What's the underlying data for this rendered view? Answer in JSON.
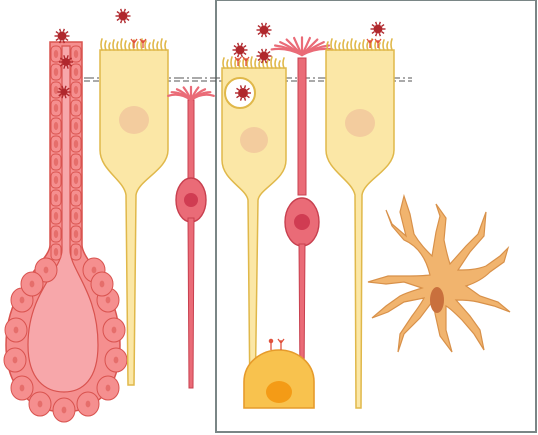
{
  "figure": {
    "elements": [
      "gland-duct",
      "sustentacular-cell",
      "olfactory-receptor-neuron",
      "infected-sustentacular-cell",
      "basal-stem-cell",
      "astrocyte",
      "virus-particle"
    ]
  },
  "colors": {
    "background": "#ffffff",
    "frame": "#7a8686",
    "duct_fill": "#f58f8f",
    "duct_inner": "#f7a7aa",
    "duct_stroke": "#d9534f",
    "cell_fill": "#fbe7a6",
    "cell_stroke": "#e0b84a",
    "cell_nucleus": "#f3cc9e",
    "neuron_fill": "#ea6b77",
    "neuron_stroke": "#c8404f",
    "neuron_nucleus": "#d03c52",
    "basal_fill": "#f8c24e",
    "basal_stroke": "#e69b2b",
    "basal_nucleus": "#f49b16",
    "astrocyte_fill": "#f1b46e",
    "astrocyte_stroke": "#d8914a",
    "astrocyte_nucleus": "#c9703d",
    "virus_fill": "#b0282d",
    "receptor": "#e0523d",
    "junction": "#555555"
  }
}
